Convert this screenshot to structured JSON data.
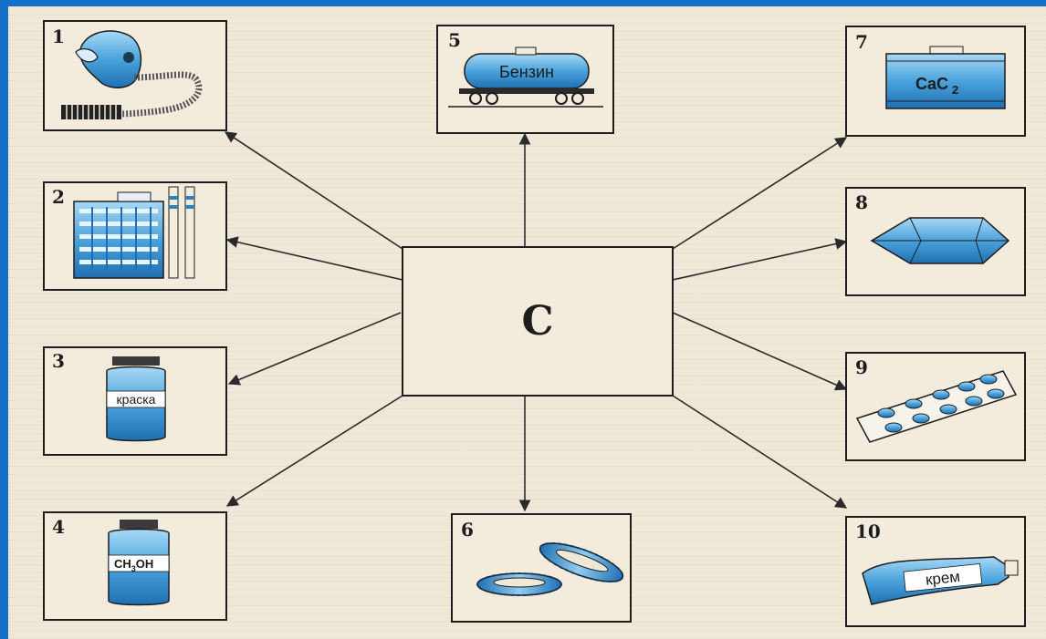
{
  "center": {
    "label": "C"
  },
  "boxes": [
    {
      "number": "1",
      "icon": "gas-mask-icon"
    },
    {
      "number": "2",
      "icon": "building-icon"
    },
    {
      "number": "3",
      "icon": "paint-jar-icon",
      "label": "краска"
    },
    {
      "number": "4",
      "icon": "methanol-jar-icon",
      "label_main": "CH",
      "label_sub": "3",
      "label_rest": "OH"
    },
    {
      "number": "5",
      "icon": "tank-car-icon",
      "label": "Бензин"
    },
    {
      "number": "6",
      "icon": "tires-icon"
    },
    {
      "number": "7",
      "icon": "carbide-can-icon",
      "label_main": "CaC",
      "label_sub": "2"
    },
    {
      "number": "8",
      "icon": "crystal-icon"
    },
    {
      "number": "9",
      "icon": "tablets-icon"
    },
    {
      "number": "10",
      "icon": "cream-tube-icon",
      "label": "крем"
    }
  ],
  "colors": {
    "accent": "#4aa3dc",
    "accent_dark": "#1f6fb2",
    "ink": "#1d1d1d",
    "paper": "#efe8d8",
    "border": "#1570c9"
  }
}
